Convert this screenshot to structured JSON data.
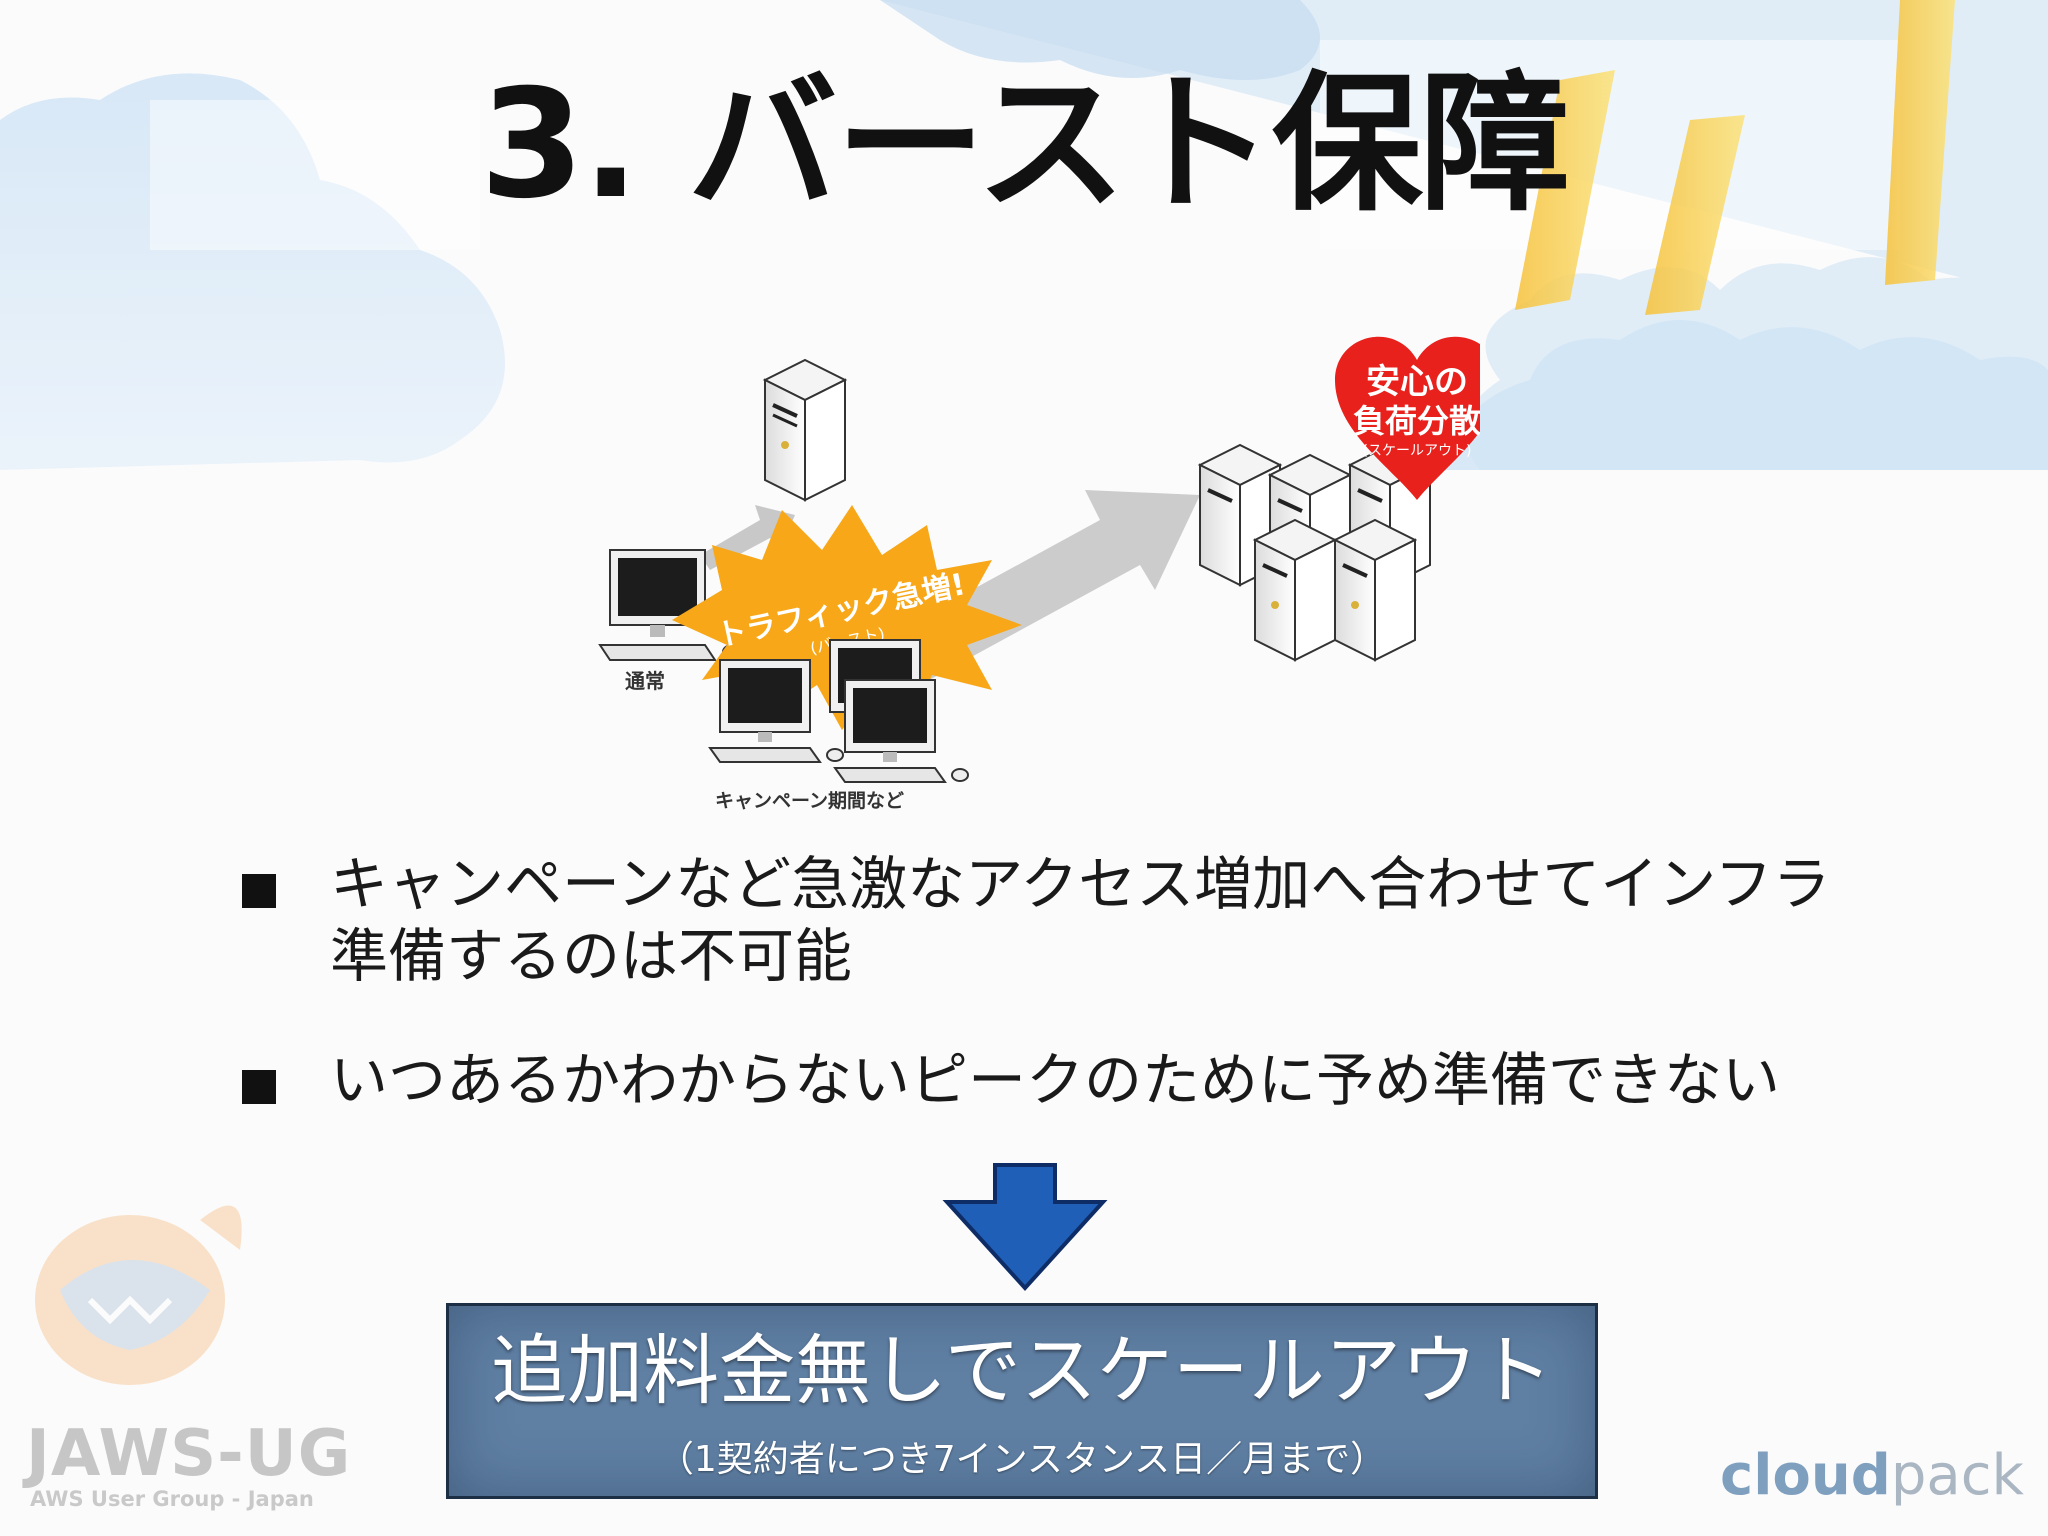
{
  "slide": {
    "title": "3. バースト保障"
  },
  "illustration": {
    "burst_text": "トラフィック急増!",
    "burst_subtext": "(バースト)",
    "normal_label": "通常",
    "campaign_label": "キャンペーン期間など",
    "heart_line1": "安心の",
    "heart_line2": "負荷分散",
    "heart_line3": "(スケールアウト)"
  },
  "bullets": [
    {
      "text": "キャンペーンなど急激なアクセス増加へ合わせてインフラ準備するのは不可能"
    },
    {
      "text": "いつあるかわからないピークのために予め準備できない"
    }
  ],
  "callout": {
    "main": "追加料金無しでスケールアウト",
    "sub": "（1契約者につき7インスタンス日／月まで）"
  },
  "logos": {
    "jaws": "JAWS-UG",
    "jaws_sub": "AWS User Group - Japan",
    "cloudpack_bold": "cloud",
    "cloudpack_light": "pack"
  },
  "colors": {
    "arrow_blue": "#1f5fb8",
    "callout_bg": "#5f7fa3",
    "heart_red": "#e8211d",
    "burst_orange": "#f7a718"
  }
}
